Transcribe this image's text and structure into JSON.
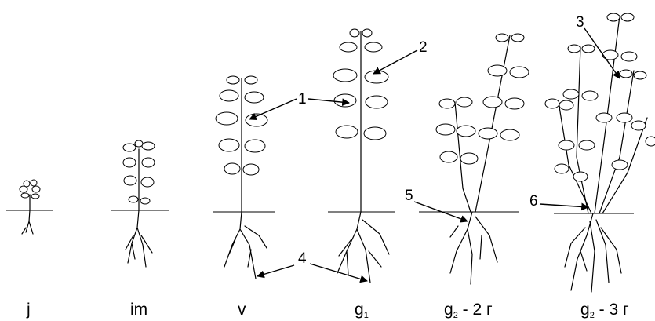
{
  "stages": [
    {
      "main": "j",
      "sub": ""
    },
    {
      "main": "im",
      "sub": ""
    },
    {
      "main": "v",
      "sub": ""
    },
    {
      "main": "g",
      "sub": "1",
      "suffix": ""
    },
    {
      "main": "g",
      "sub": "2",
      "suffix": " - 2 г"
    },
    {
      "main": "g",
      "sub": "2",
      "suffix": " - 3 г"
    }
  ],
  "markers": [
    "1",
    "2",
    "3",
    "4",
    "5",
    "6"
  ]
}
